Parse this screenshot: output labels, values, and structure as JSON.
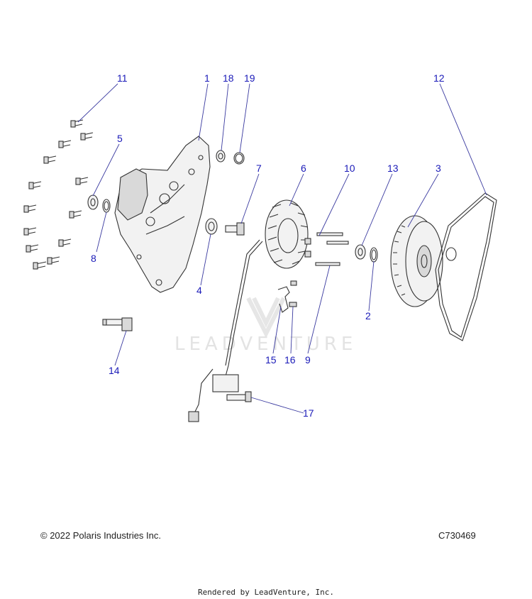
{
  "callouts": {
    "c1": "1",
    "c2": "2",
    "c3": "3",
    "c4": "4",
    "c5": "5",
    "c6": "6",
    "c7": "7",
    "c8": "8",
    "c9": "9",
    "c10": "10",
    "c11": "11",
    "c12": "12",
    "c13": "13",
    "c14": "14",
    "c15": "15",
    "c16": "16",
    "c17": "17",
    "c18": "18",
    "c19": "19"
  },
  "watermark": "LEADVENTURE",
  "footer": {
    "copyright": "© 2022 Polaris Industries Inc.",
    "code": "C730469",
    "rendered": "Rendered by LeadVenture, Inc."
  },
  "colors": {
    "callout": "#1a1ab8",
    "line": "#333333"
  }
}
